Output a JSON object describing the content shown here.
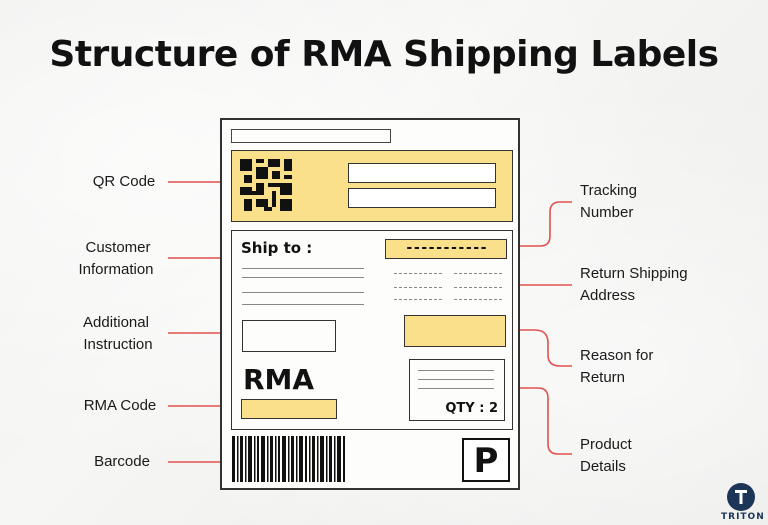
{
  "title": "Structure of RMA Shipping Labels",
  "labels": {
    "qr_code": "QR Code",
    "customer_information_1": "Customer",
    "customer_information_2": "Information",
    "additional_instruction_1": "Additional",
    "additional_instruction_2": "Instruction",
    "rma_code": "RMA Code",
    "barcode": "Barcode",
    "tracking_number_1": "Tracking",
    "tracking_number_2": "Number",
    "return_shipping_address_1": "Return Shipping",
    "return_shipping_address_2": "Address",
    "reason_for_return_1": "Reason for",
    "reason_for_return_2": "Return",
    "product_details_1": "Product",
    "product_details_2": "Details"
  },
  "label_card": {
    "ship_to": "Ship to :",
    "tracking_dashes": "-----------",
    "rma_text": "RMA",
    "qty": "QTY : 2",
    "p_letter": "P"
  },
  "logo": {
    "name": "TRITON"
  },
  "colors": {
    "accent_yellow": "#fbe08c",
    "connector_red": "#e0524f",
    "ink": "#111111"
  }
}
